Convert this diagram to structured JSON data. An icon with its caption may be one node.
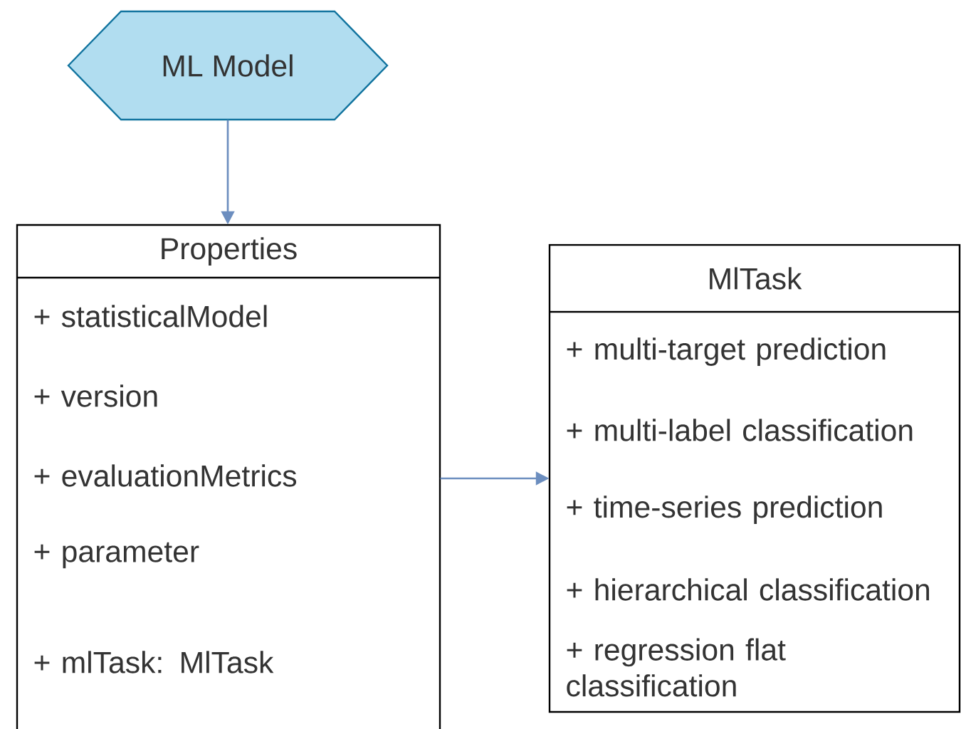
{
  "diagram": {
    "nodes": [
      {
        "text": [
          "ML Model"
        ]
      },
      {
        "text": [
          "Properties",
          "+ statisticalModel",
          "+ version",
          "+ evaluationMetrics",
          "+ parameter",
          "+ mlTask: MlTask"
        ]
      },
      {
        "text": [
          "MlTask",
          "+ multi-target prediction",
          "+ multi-label classification",
          "+ time-series prediction",
          "+ hierarchical classification",
          "+ regression flat classification"
        ]
      }
    ],
    "edges": [
      {
        "from": 0,
        "to": 1,
        "arrow": "to"
      },
      {
        "from": 1,
        "to": 2,
        "arrow": "to"
      }
    ]
  }
}
